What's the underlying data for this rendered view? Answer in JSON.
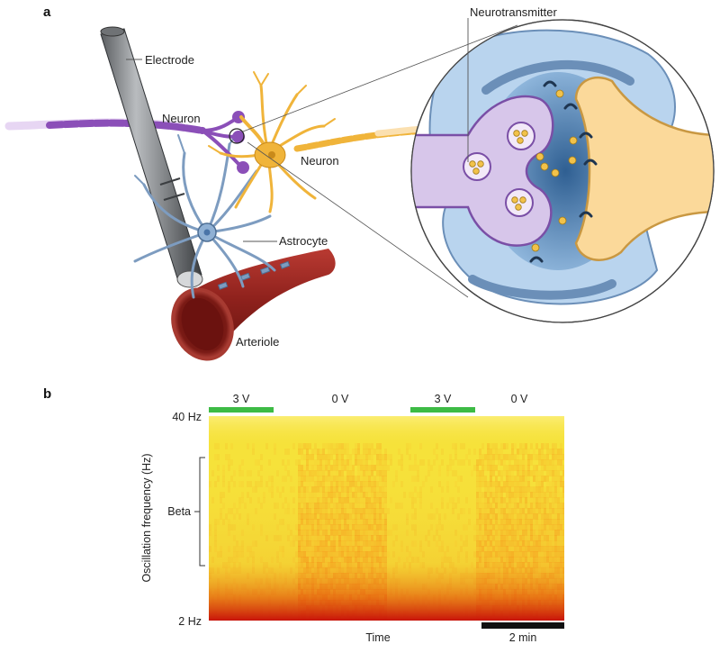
{
  "panel_a": {
    "letter": "a",
    "labels": {
      "electrode": "Electrode",
      "neuron_left": "Neuron",
      "neuron_right": "Neuron",
      "astrocyte": "Astrocyte",
      "arteriole": "Arteriole",
      "neurotransmitter": "Neurotransmitter"
    },
    "colors": {
      "purple_neuron": "#8b4fb8",
      "yellow_neuron": "#f0b43a",
      "astrocyte": "#7d9cc0",
      "arteriole": "#9c2a24",
      "synapse_cleft": "#5f8fc0",
      "postsynaptic": "#fbd99a"
    }
  },
  "panel_b": {
    "letter": "b",
    "stim_bars": [
      {
        "label": "3 V",
        "stimulation_on": true
      },
      {
        "label": "0 V",
        "stimulation_on": false
      },
      {
        "label": "3 V",
        "stimulation_on": true
      },
      {
        "label": "0 V",
        "stimulation_on": false
      }
    ],
    "y_top_label": "40 Hz",
    "y_bottom_label": "2 Hz",
    "y_axis_title": "Oscillation frequency (Hz)",
    "band_label": "Beta",
    "x_axis_title": "Time",
    "scale_bar_label": "2 min",
    "colors": {
      "stim_bar": "#3dbb45",
      "low_power": "#f7e84a",
      "high_power": "#d21a08",
      "scale_bar": "#111111"
    },
    "spectrogram_relative_power": [
      0.05,
      0.05,
      0.45,
      0.45,
      0.05,
      0.05,
      0.42,
      0.42
    ]
  }
}
